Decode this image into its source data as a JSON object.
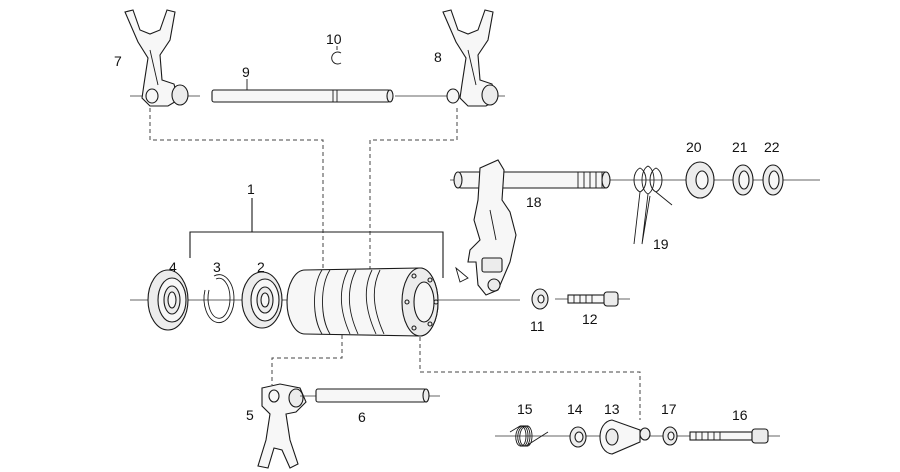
{
  "diagram": {
    "labels": [
      {
        "id": "1",
        "text": "1"
      },
      {
        "id": "2",
        "text": "2"
      },
      {
        "id": "3",
        "text": "3"
      },
      {
        "id": "4",
        "text": "4"
      },
      {
        "id": "5",
        "text": "5"
      },
      {
        "id": "6",
        "text": "6"
      },
      {
        "id": "7",
        "text": "7"
      },
      {
        "id": "8",
        "text": "8"
      },
      {
        "id": "9",
        "text": "9"
      },
      {
        "id": "10",
        "text": "10"
      },
      {
        "id": "11",
        "text": "11"
      },
      {
        "id": "12",
        "text": "12"
      },
      {
        "id": "13",
        "text": "13"
      },
      {
        "id": "14",
        "text": "14"
      },
      {
        "id": "15",
        "text": "15"
      },
      {
        "id": "16",
        "text": "16"
      },
      {
        "id": "17",
        "text": "17"
      },
      {
        "id": "18",
        "text": "18"
      },
      {
        "id": "19",
        "text": "19"
      },
      {
        "id": "20",
        "text": "20"
      },
      {
        "id": "21",
        "text": "21"
      },
      {
        "id": "22",
        "text": "22"
      }
    ]
  }
}
